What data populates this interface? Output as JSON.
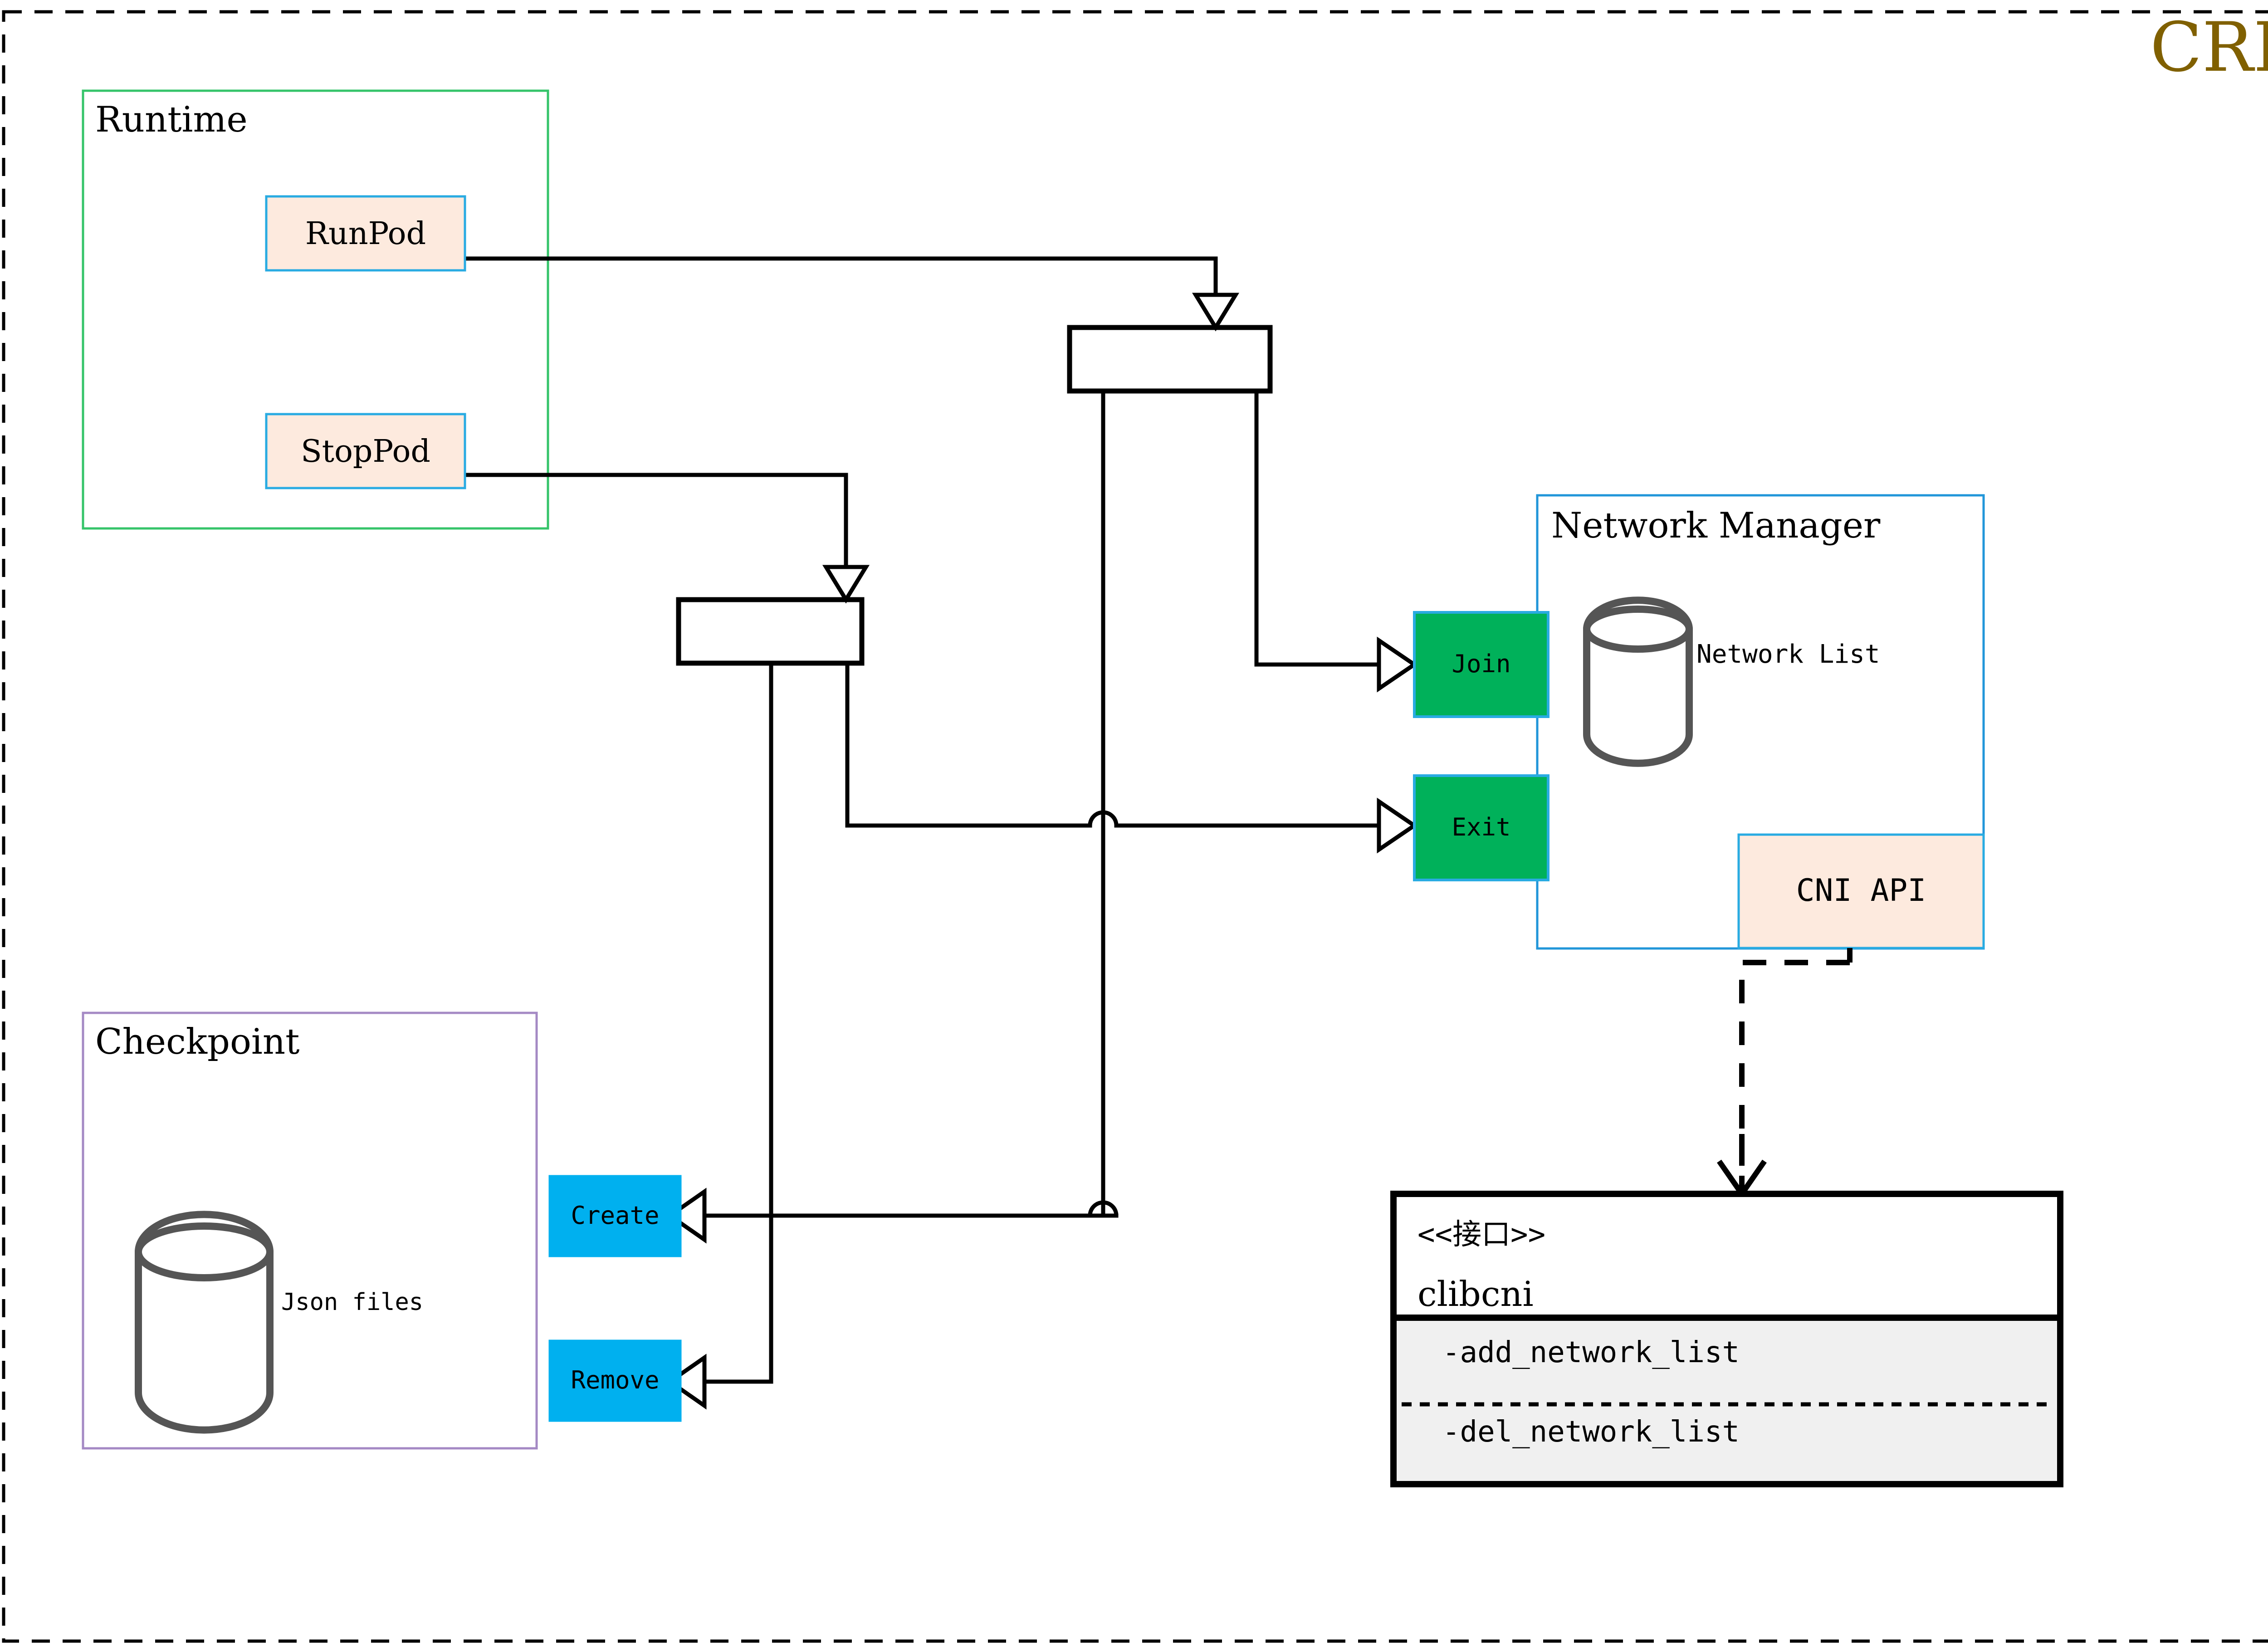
{
  "diagram": {
    "title": "CRI",
    "title_color": "#806000",
    "outer_border_style": "dashed"
  },
  "groups": [
    {
      "id": "runtime",
      "label": "Runtime",
      "border_color": "#35c46a",
      "fill": "#ffffff"
    },
    {
      "id": "checkpoint",
      "label": "Checkpoint",
      "border_color": "#a489c4",
      "fill": "#ffffff",
      "store_label": "Json files"
    },
    {
      "id": "network-manager",
      "label": "Network Manager",
      "border_color": "#2196d9",
      "fill": "#ffffff",
      "store_label": "Network List"
    }
  ],
  "operations": [
    {
      "id": "runpod",
      "label": "RunPod",
      "fill": "#fdeade",
      "border": "#29abe2",
      "text": "#000000"
    },
    {
      "id": "stoppod",
      "label": "StopPod",
      "fill": "#fdeade",
      "border": "#29abe2",
      "text": "#000000"
    },
    {
      "id": "join",
      "label": "Join",
      "fill": "#00b15a",
      "border": "#29abe2",
      "text": "#000000"
    },
    {
      "id": "exit",
      "label": "Exit",
      "fill": "#00b15a",
      "border": "#29abe2",
      "text": "#000000"
    },
    {
      "id": "create",
      "label": "Create",
      "fill": "#00b0ef",
      "border": "#00b0ef",
      "text": "#000000"
    },
    {
      "id": "remove",
      "label": "Remove",
      "fill": "#00b0ef",
      "border": "#00b0ef",
      "text": "#000000"
    },
    {
      "id": "cni-api",
      "label": "CNI API",
      "fill": "#fdeade",
      "border": "#29abe2",
      "text": "#000000"
    }
  ],
  "interface": {
    "stereotype": "<<接口>>",
    "name": "clibcni",
    "operations": [
      "-add_network_list",
      "-del_network_list"
    ],
    "header_fill": "#ffffff",
    "body_fill": "#f0f0f0",
    "border": "#000000"
  },
  "junction_bars": [
    {
      "id": "fork-bar-top",
      "fill": "#ffffff",
      "border": "#000000"
    },
    {
      "id": "fork-bar-bottom",
      "fill": "#ffffff",
      "border": "#000000"
    }
  ],
  "connectors": [
    {
      "id": "runpod-to-fork-top",
      "style": "solid",
      "arrow": "hollow-triangle"
    },
    {
      "id": "stoppod-to-fork-bottom",
      "style": "solid",
      "arrow": "hollow-triangle"
    },
    {
      "id": "fork-top-to-join",
      "style": "solid",
      "arrow": "hollow-triangle"
    },
    {
      "id": "fork-top-to-create",
      "style": "solid",
      "arrow": "hollow-triangle"
    },
    {
      "id": "fork-bottom-to-exit",
      "style": "solid",
      "arrow": "hollow-triangle"
    },
    {
      "id": "fork-bottom-to-remove",
      "style": "solid",
      "arrow": "hollow-triangle"
    },
    {
      "id": "cni-api-to-clibcni",
      "style": "dashed",
      "arrow": "open-v"
    }
  ],
  "store_icon": {
    "name": "cylinder-icon",
    "stroke": "#555555"
  }
}
